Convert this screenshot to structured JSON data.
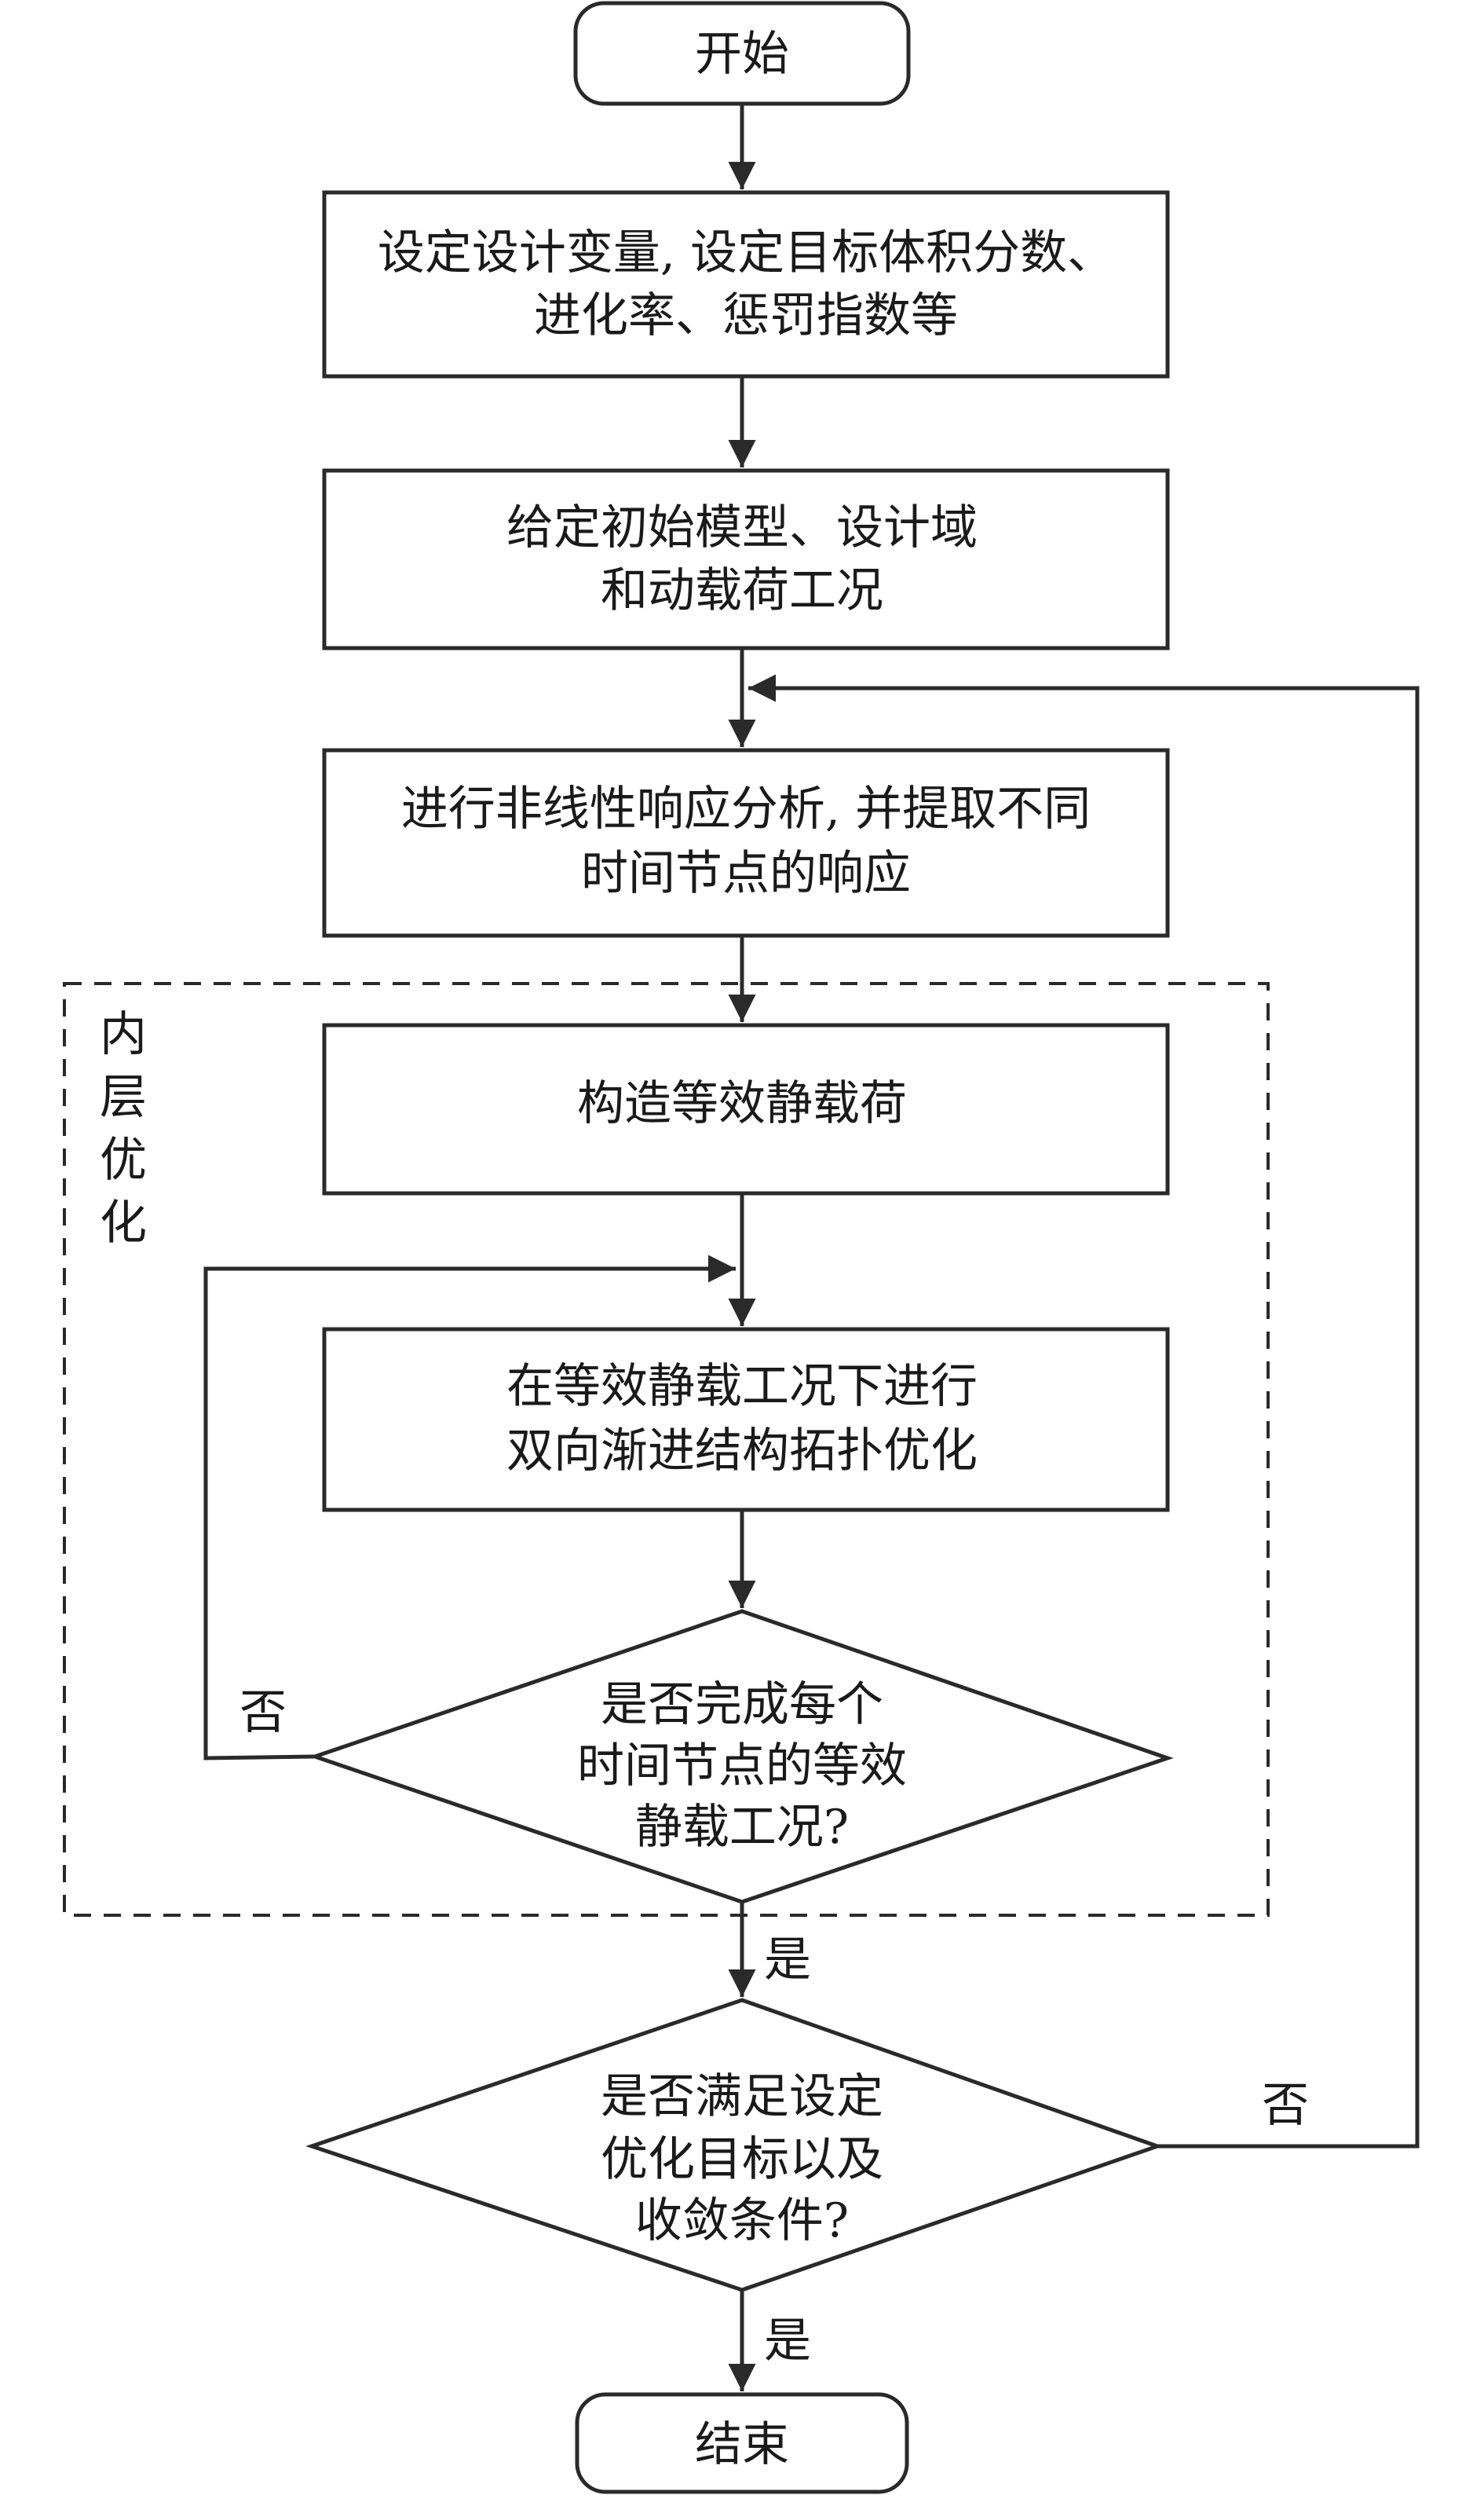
{
  "nodes": {
    "start": {
      "label": "开始"
    },
    "set_vars": {
      "lines": [
        "设定设计变量, 设定目标体积分数、",
        "进化率、惩罚指数等"
      ]
    },
    "init_model": {
      "lines": [
        "给定初始模型、设计域",
        "和动载荷工况"
      ]
    },
    "nonlinear": {
      "lines": [
        "进行非线性响应分析, 并提取不同",
        "时间节点的响应"
      ]
    },
    "construct_load": {
      "lines": [
        "构造等效静载荷"
      ]
    },
    "beso": {
      "lines": [
        "在等效静载工况下进行",
        "双向渐进结构拓扑优化"
      ]
    },
    "check_static": {
      "lines": [
        "是否完成每个",
        "时间节点的等效",
        "静载工况?"
      ]
    },
    "check_converge": {
      "lines": [
        "是否满足设定",
        "优化目标以及",
        "收敛条件?"
      ]
    },
    "end": {
      "label": "结束"
    }
  },
  "inner_loop_label": [
    "内",
    "层",
    "优",
    "化"
  ],
  "edge_labels": {
    "inner_no": "否",
    "inner_yes": "是",
    "outer_no": "否",
    "outer_yes": "是"
  }
}
